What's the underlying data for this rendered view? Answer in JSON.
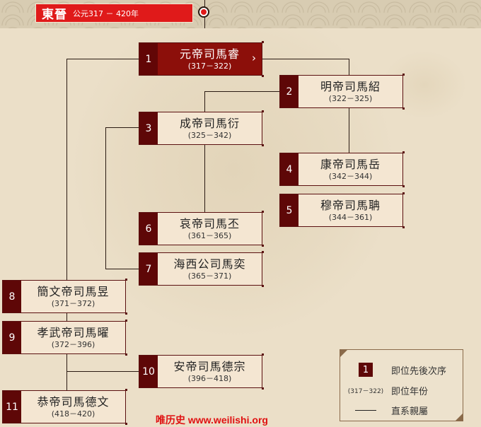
{
  "header": {
    "title": "東晉",
    "period": "公元317 － 420年"
  },
  "emperors": [
    {
      "order": "1",
      "name": "元帝司馬睿",
      "years": "(317－322)",
      "active": true
    },
    {
      "order": "2",
      "name": "明帝司馬紹",
      "years": "(322－325)"
    },
    {
      "order": "3",
      "name": "成帝司馬衍",
      "years": "(325－342)"
    },
    {
      "order": "4",
      "name": "康帝司馬岳",
      "years": "(342－344)"
    },
    {
      "order": "5",
      "name": "穆帝司馬聃",
      "years": "(344－361)"
    },
    {
      "order": "6",
      "name": "哀帝司馬丕",
      "years": "(361－365)"
    },
    {
      "order": "7",
      "name": "海西公司馬奕",
      "years": "(365－371)"
    },
    {
      "order": "8",
      "name": "簡文帝司馬昱",
      "years": "(371－372)"
    },
    {
      "order": "9",
      "name": "孝武帝司馬曜",
      "years": "(372－396)"
    },
    {
      "order": "10",
      "name": "安帝司馬德宗",
      "years": "(396－418)"
    },
    {
      "order": "11",
      "name": "恭帝司馬德文",
      "years": "(418－420)"
    }
  ],
  "active_arrow": "›",
  "legend": {
    "order_sample": "1",
    "order_label": "即位先後次序",
    "years_sample": "(317－322)",
    "years_label": "即位年份",
    "line_label": "直系親屬"
  },
  "watermark": "唯历史 www.weilishi.org",
  "colors": {
    "title_red": "#e01a1a",
    "active_box": "#8c0f0a",
    "number_cell": "#5e0707",
    "box_fill": "#f4e6d2",
    "background": "#ebdfc8",
    "watermark": "#e01010"
  }
}
